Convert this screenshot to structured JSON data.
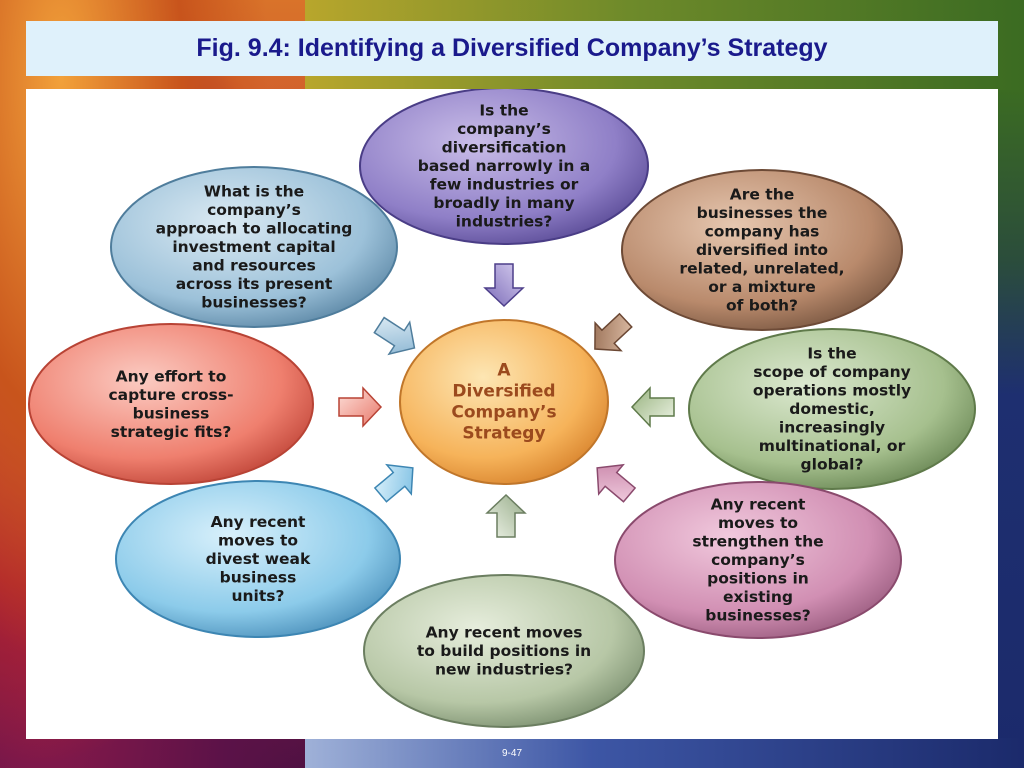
{
  "slide": {
    "title": "Fig. 9.4:  Identifying a Diversified Company’s Strategy",
    "page_number": "9-47"
  },
  "diagram": {
    "center": {
      "lines": [
        "A",
        "Diversified",
        "Company’s",
        "Strategy"
      ]
    },
    "nodes": [
      {
        "id": "top",
        "lines": [
          "Is the",
          "company’s",
          "diversification",
          "based narrowly in a",
          "few industries or",
          "broadly in many",
          "industries?"
        ]
      },
      {
        "id": "upper-right",
        "lines": [
          "Are the",
          "businesses the",
          "company has",
          "diversified into",
          "related, unrelated,",
          "or a mixture",
          "of both?"
        ]
      },
      {
        "id": "right",
        "lines": [
          "Is the",
          "scope of company",
          "operations mostly",
          "domestic,",
          "increasingly",
          "multinational, or",
          "global?"
        ]
      },
      {
        "id": "lower-right",
        "lines": [
          "Any recent",
          "moves to",
          "strengthen the",
          "company’s",
          "positions in",
          "existing",
          "businesses?"
        ]
      },
      {
        "id": "bottom",
        "lines": [
          "Any recent moves",
          "to build positions in",
          "new industries?"
        ]
      },
      {
        "id": "lower-left",
        "lines": [
          "Any recent",
          "moves to",
          "divest weak",
          "business",
          "units?"
        ]
      },
      {
        "id": "left",
        "lines": [
          "Any effort to",
          "capture cross-",
          "business",
          "strategic fits?"
        ]
      },
      {
        "id": "upper-left",
        "lines": [
          "What is the",
          "company’s",
          "approach to allocating",
          "investment capital",
          "and resources",
          "across its present",
          "businesses?"
        ]
      }
    ]
  }
}
